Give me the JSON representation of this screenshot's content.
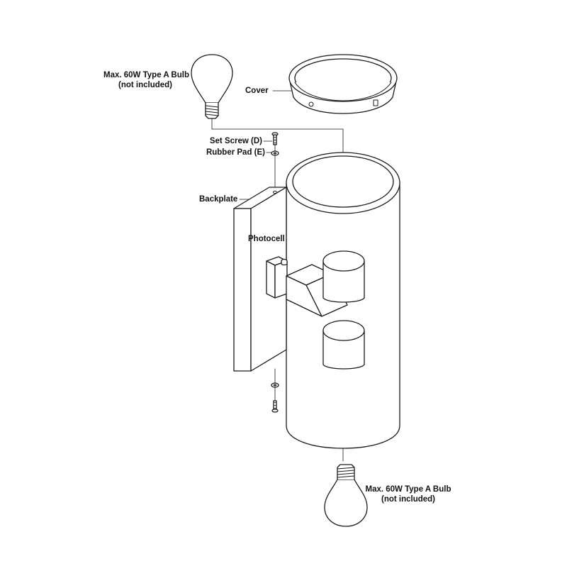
{
  "labels": {
    "bulb_top_line1": "Max. 60W Type A Bulb",
    "bulb_top_line2": "(not included)",
    "cover": "Cover",
    "set_screw": "Set Screw (D)",
    "rubber_pad": "Rubber Pad (E)",
    "backplate": "Backplate",
    "photocell": "Photocell",
    "bulb_bottom_line1": "Max. 60W Type A Bulb",
    "bulb_bottom_line2": "(not included)"
  },
  "colors": {
    "line": "#1a1a1a",
    "background": "#ffffff"
  }
}
